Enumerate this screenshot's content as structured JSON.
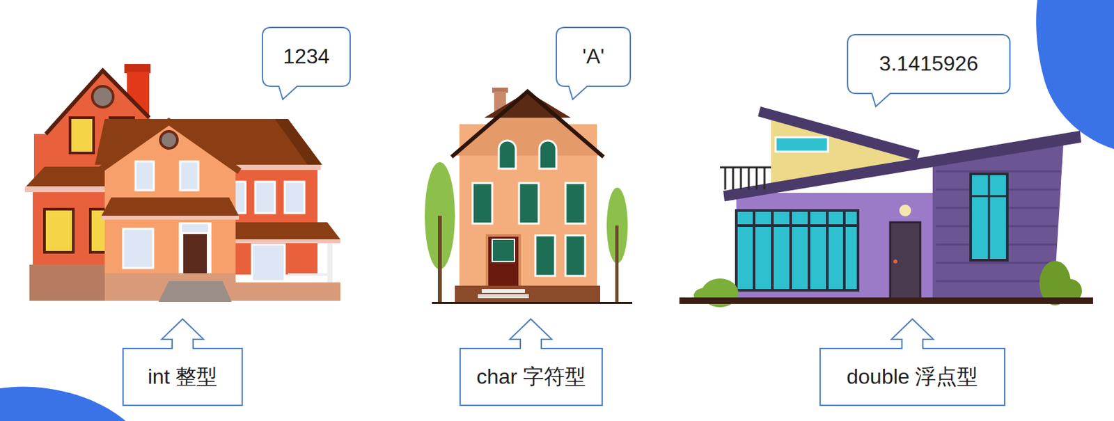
{
  "diagram": {
    "nodes": [
      {
        "text": [
          "1234"
        ]
      },
      {
        "text": [
          "int 整型"
        ]
      },
      {
        "text": [
          "'A'"
        ]
      },
      {
        "text": [
          "char 字符型"
        ]
      },
      {
        "text": [
          "3.1415926"
        ]
      },
      {
        "text": [
          "double 浮点型"
        ]
      }
    ]
  }
}
